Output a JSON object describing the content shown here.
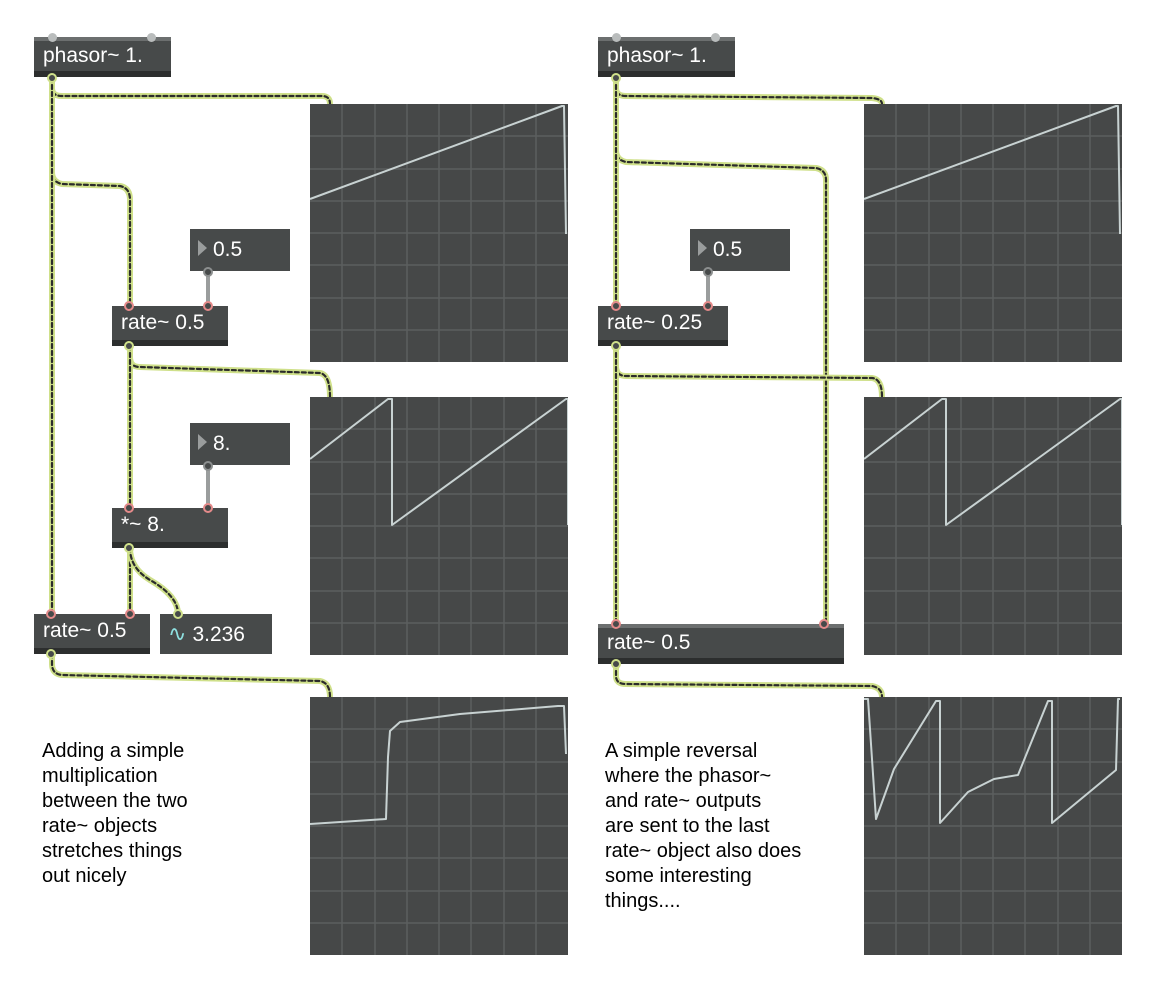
{
  "left_patch": {
    "phasor": "phasor~ 1.",
    "rate_number": "0.5",
    "rate": "rate~ 0.5",
    "mult_number": "8.",
    "mult": "*~ 8.",
    "rate_final": "rate~ 0.5",
    "signal_display": "3.236",
    "comment": "Adding a simple\nmultiplication\nbetween the two\nrate~ objects\nstretches things\nout nicely"
  },
  "right_patch": {
    "phasor": "phasor~ 1.",
    "rate_number": "0.5",
    "rate": "rate~ 0.25",
    "rate_final": "rate~ 0.5",
    "comment": "A simple reversal\nwhere the phasor~\nand rate~ outputs\nare sent to the last\nrate~ object also does\nsome interesting\nthings...."
  },
  "icons": {
    "signal_glyph": "∿",
    "number_arrow": "triangle-right-icon"
  },
  "colors": {
    "object_bg": "#474a4a",
    "scope_bg": "#464848",
    "scope_grid": "#5c5f5f",
    "scope_trace": "#c8d2d2",
    "patch_cord": "#cfe08a",
    "inlet": "#e48a8a"
  }
}
